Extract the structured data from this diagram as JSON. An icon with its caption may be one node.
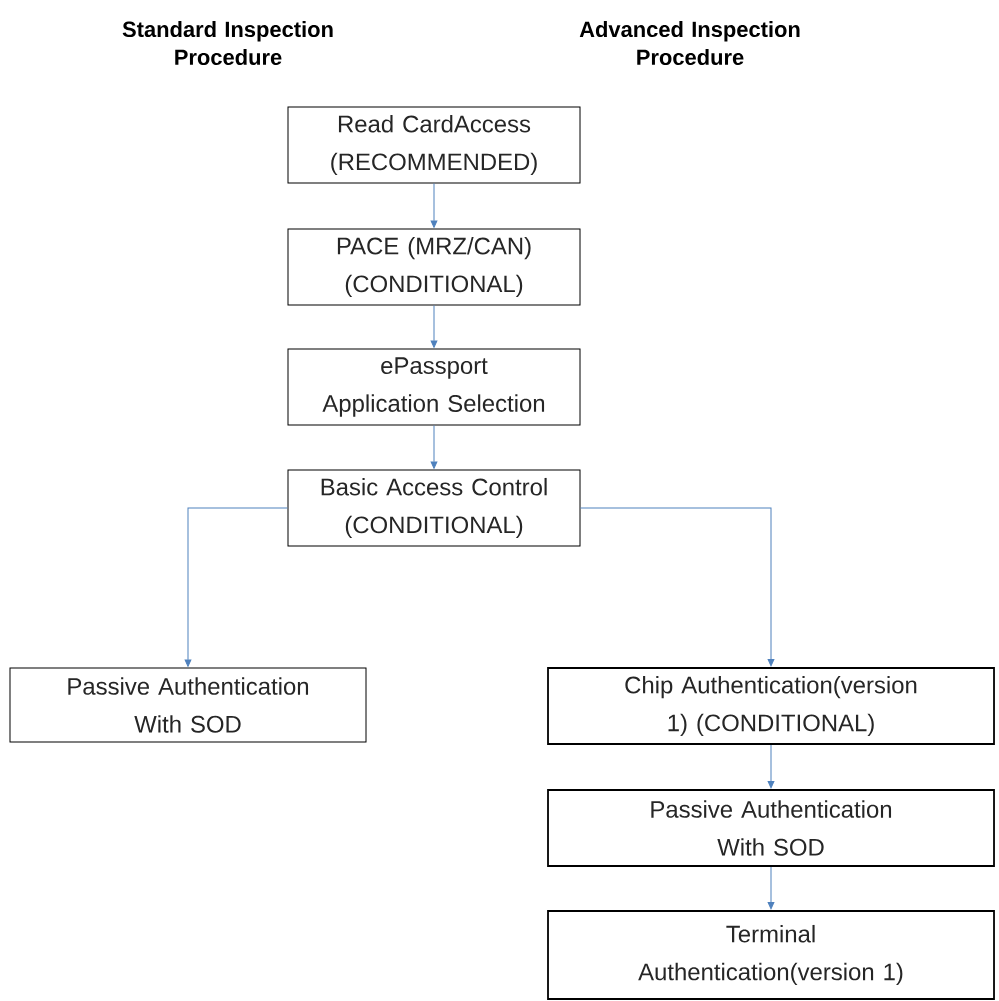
{
  "diagram": {
    "nodes": [
      {
        "text": [
          "Read CardAccess (RECOMMENDED)"
        ]
      },
      {
        "text": [
          "PACE (MRZ/CAN) (CONDITIONAL)"
        ]
      },
      {
        "text": [
          "ePassport Application Selection"
        ]
      },
      {
        "text": [
          "Basic Access Control (CONDITIONAL)"
        ]
      },
      {
        "text": [
          "Passive Authentication With SOD"
        ]
      },
      {
        "text": [
          "Chip Authentication(version 1) (CONDITIONAL)"
        ]
      },
      {
        "text": [
          "Passive Authentication With SOD"
        ]
      },
      {
        "text": [
          "Terminal Authentication(version 1)"
        ]
      }
    ],
    "edges": [
      {
        "from": 0,
        "to": 1,
        "arrow": "to"
      },
      {
        "from": 1,
        "to": 2,
        "arrow": "to"
      },
      {
        "from": 2,
        "to": 3,
        "arrow": "to"
      },
      {
        "from": 3,
        "to": 4,
        "arrow": "to"
      },
      {
        "from": 3,
        "to": 5,
        "arrow": "to"
      },
      {
        "from": 5,
        "to": 6,
        "arrow": "to"
      },
      {
        "from": 6,
        "to": 7,
        "arrow": "to"
      }
    ],
    "labels": [
      "Standard Inspection Procedure",
      "Advanced Inspection Procedure"
    ]
  }
}
